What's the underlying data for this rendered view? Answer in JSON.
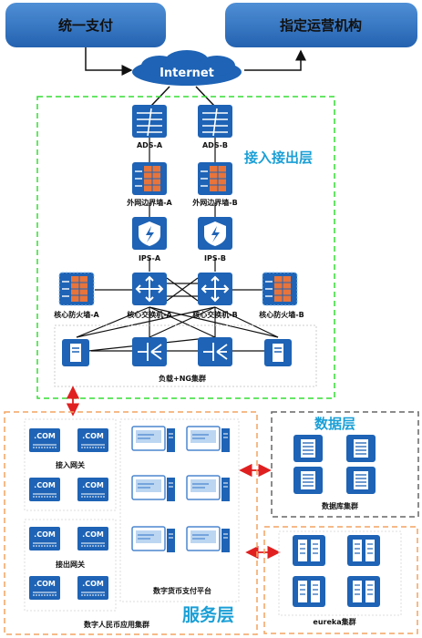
{
  "top": {
    "unified_payment": "统一支付",
    "designated_operator": "指定运营机构",
    "internet": "Internet"
  },
  "access_layer": {
    "title": "接入接出层",
    "ads_a": "ADS-A",
    "ads_b": "ADS-B",
    "fw_a": "外网边界墙-A",
    "fw_b": "外网边界墙-B",
    "ips_a": "IPS-A",
    "ips_b": "IPS-B",
    "core_fw_a": "核心防火墙-A",
    "core_fw_b": "核心防火墙-B",
    "core_sw_a": "核心交换机-A",
    "core_sw_b": "核心交换机-B",
    "lb_ng": "负载+NG集群"
  },
  "service_layer": {
    "title": "服务层",
    "com": ".COM",
    "access_gateway": "接入网关",
    "outbound_gateway": "接出网关",
    "payment_platform": "数字货币支付平台",
    "app_cluster": "数字人民币应用集群"
  },
  "data_layer": {
    "title": "数据层",
    "db_cluster": "数据库集群"
  },
  "eureka": {
    "cluster": "eureka集群"
  },
  "colors": {
    "blue": "#1e63b5",
    "dark_blue": "#0d3f82",
    "green_dash": "#33dd33",
    "orange_dash": "#f4a460",
    "gray_dash": "#666666",
    "red_arrow": "#e02020",
    "firewall_orange": "#e8743b",
    "title_blue": "#1a9fd6"
  }
}
